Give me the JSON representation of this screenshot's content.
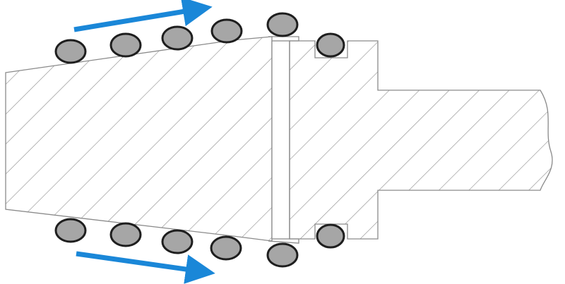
{
  "colors": {
    "outline": "#8a8a8a",
    "hatch": "#8a8a8a",
    "ball_fill": "#a6a6a6",
    "ball_stroke": "#1e1e1e",
    "arrow": "#1a87d8",
    "background": "#ffffff"
  },
  "diagram": {
    "top_balls_count": 5,
    "bottom_balls_count": 5,
    "groove_balls_count": 2,
    "arrows": [
      "top-arrow-right",
      "bottom-arrow-right"
    ]
  }
}
